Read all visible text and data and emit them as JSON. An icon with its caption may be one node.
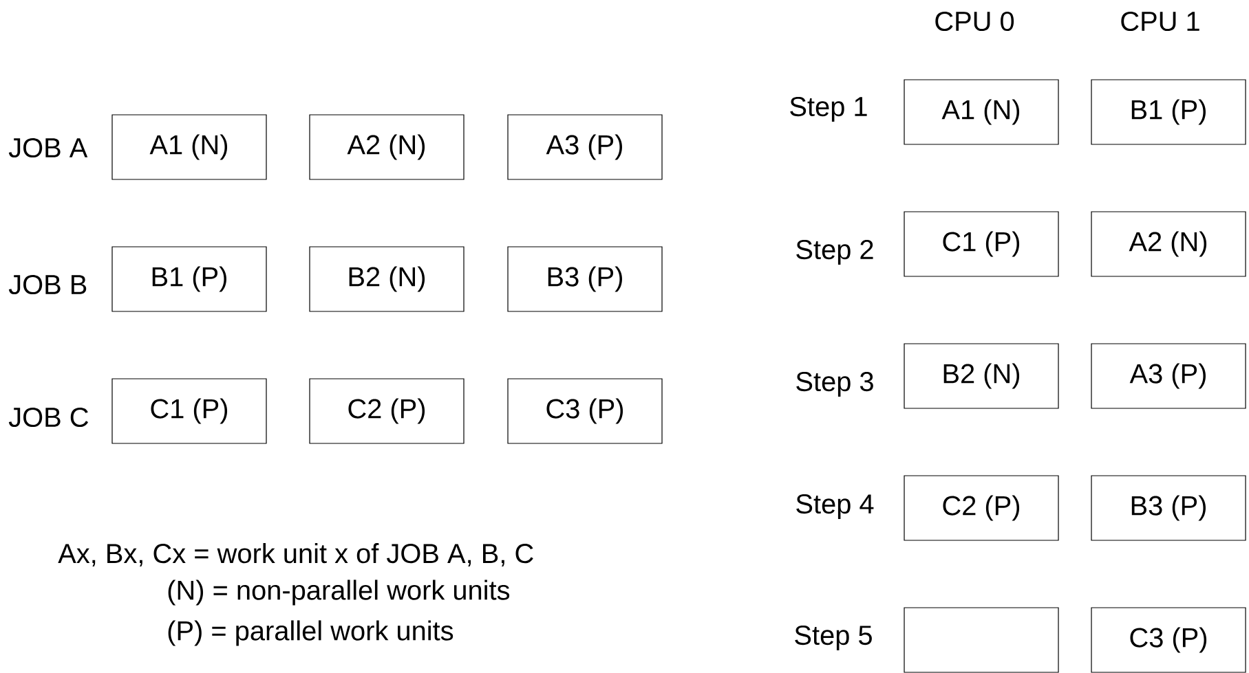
{
  "diagram": {
    "nodes": [
      {
        "text": [
          "A1 (N)"
        ]
      },
      {
        "text": [
          "A2 (N)"
        ]
      },
      {
        "text": [
          "A3 (P)"
        ]
      },
      {
        "text": [
          "B1 (P)"
        ]
      },
      {
        "text": [
          "B2 (N)"
        ]
      },
      {
        "text": [
          "B3 (P)"
        ]
      },
      {
        "text": [
          "C1 (P)"
        ]
      },
      {
        "text": [
          "C2 (P)"
        ]
      },
      {
        "text": [
          "C3 (P)"
        ]
      },
      {
        "text": [
          "A1 (N)"
        ]
      },
      {
        "text": [
          "B1 (P)"
        ]
      },
      {
        "text": [
          "C1 (P)"
        ]
      },
      {
        "text": [
          "A2 (N)"
        ]
      },
      {
        "text": [
          "B2 (N)"
        ]
      },
      {
        "text": [
          "A3 (P)"
        ]
      },
      {
        "text": [
          "C2 (P)"
        ]
      },
      {
        "text": [
          "B3 (P)"
        ]
      },
      {
        "text": [],
        "shape": "box"
      },
      {
        "text": [
          "C3 (P)"
        ]
      }
    ],
    "labels": [
      "CPU 0",
      "CPU 1",
      "Step 1",
      "JOB A",
      "Step 2",
      "JOB B",
      "Step 3",
      "JOB C",
      "Step 4",
      "Ax, Bx, Cx = work unit x of JOB A, B, C",
      "(N) = non-parallel work units",
      "(P) = parallel work units",
      "Step 5"
    ]
  }
}
